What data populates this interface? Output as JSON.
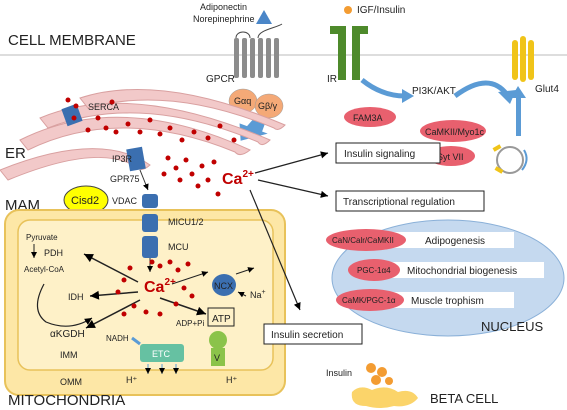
{
  "labels": {
    "cell_membrane": "CELL MEMBRANE",
    "adiponectin": "Adiponectin",
    "norepinephrine": "Norepinephrine",
    "igf_insulin": "IGF/Insulin",
    "gpcr": "GPCR",
    "g_alpha_q": "Gαq",
    "g_beta_gamma": "Gβ/γ",
    "ir": "IR",
    "pi3k_akt": "PI3K/AKT",
    "glut4": "Glut4",
    "fam3a": "FAM3A",
    "camkii_myo1c": "CaMKII/Myo1c",
    "syt_vii": "Syt VII",
    "serca": "SERCA",
    "er": "ER",
    "ip3r": "IP3R",
    "gpr75": "GPR75",
    "mam": "MAM",
    "cisd2": "Cisd2",
    "vdac": "VDAC",
    "micu": "MICU1/2",
    "mcu": "MCU",
    "ca_base": "Ca",
    "ca_sup": "2+",
    "pyruvate": "Pyruvate",
    "pdh": "PDH",
    "acetyl_coa": "Acetyl-CoA",
    "idh": "IDH",
    "akgdh": "αKGDH",
    "ncx": "NCX",
    "na": "Na",
    "na_sup": "+",
    "adp_pi": "ADP+Pi",
    "atp": "ATP",
    "nadh": "NADH",
    "etc": "ETC",
    "v": "V",
    "h_plus": "H⁺",
    "imm": "IMM",
    "omm": "OMM",
    "mitochondria": "MITOCHONDRIA",
    "insulin_signaling": "Insulin signaling",
    "transcriptional_regulation": "Transcriptional regulation",
    "insulin_secretion": "Insulin secretion",
    "can_calr": "CaN/Calr/CaMKII",
    "adipogenesis": "Adipogenesis",
    "pgc1a4": "PGC-1α4",
    "mito_biogenesis": "Mitochondrial biogenesis",
    "camk_pgc": "CaMK/PGC-1α",
    "muscle_trophism": "Muscle trophism",
    "nucleus": "NUCLEUS",
    "insulin": "Insulin",
    "beta_cell": "BETA CELL"
  },
  "colors": {
    "calcium": "#c00000",
    "pink_ellipse": "#e8606e",
    "er_pink": "#f2c9c9",
    "mito_yellow": "#fde7a6",
    "mito_border": "#e8c25a",
    "channel_blue": "#3b6fb0",
    "arrow_blue": "#5b9bd5",
    "gpcr_gray": "#8c8c8c",
    "g_protein_orange": "#f4a977",
    "ir_green": "#4e8a2b",
    "glut_yellow": "#f0c419",
    "nucleus_blue": "#c5d9ef",
    "insulin_orange": "#f39c32",
    "cisd2_yellow": "#ffff00",
    "etc_green": "#66c1a2"
  }
}
